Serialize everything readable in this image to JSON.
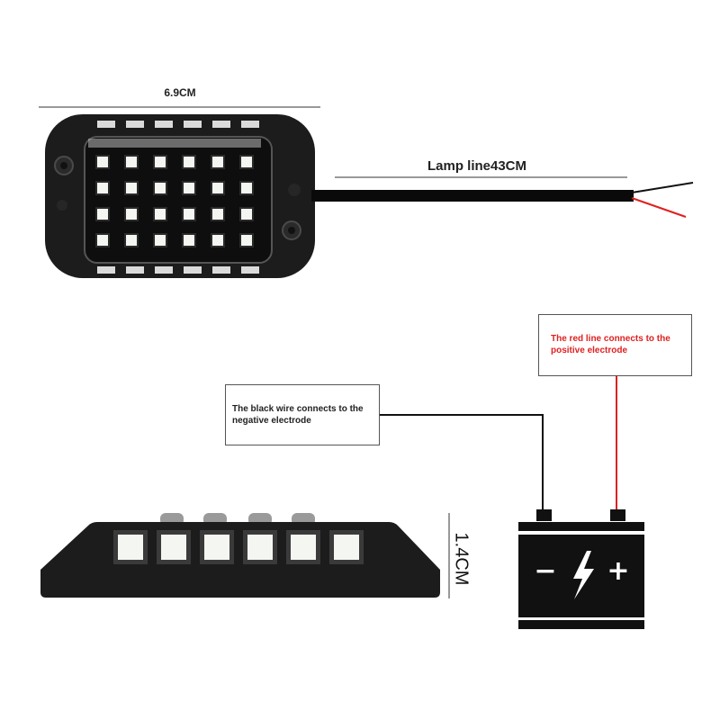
{
  "dimensions": {
    "width_label": "6.9CM",
    "lamp_line_label": "Lamp line43CM",
    "height_label": "1.4CM"
  },
  "callouts": {
    "red_line": "The red line connects to the positive electrode",
    "black_wire": "The black wire connects to the negative electrode"
  },
  "battery": {
    "negative_symbol": "−",
    "positive_symbol": "+"
  },
  "colors": {
    "housing": "#1c1c1c",
    "led_chip": "#f4f6f2",
    "red_wire": "#e02020",
    "black_wire": "#111111",
    "callout_red_text": "#e02020"
  },
  "icons": {
    "battery": "car-battery-icon",
    "bolt": "lightning-bolt-icon"
  }
}
